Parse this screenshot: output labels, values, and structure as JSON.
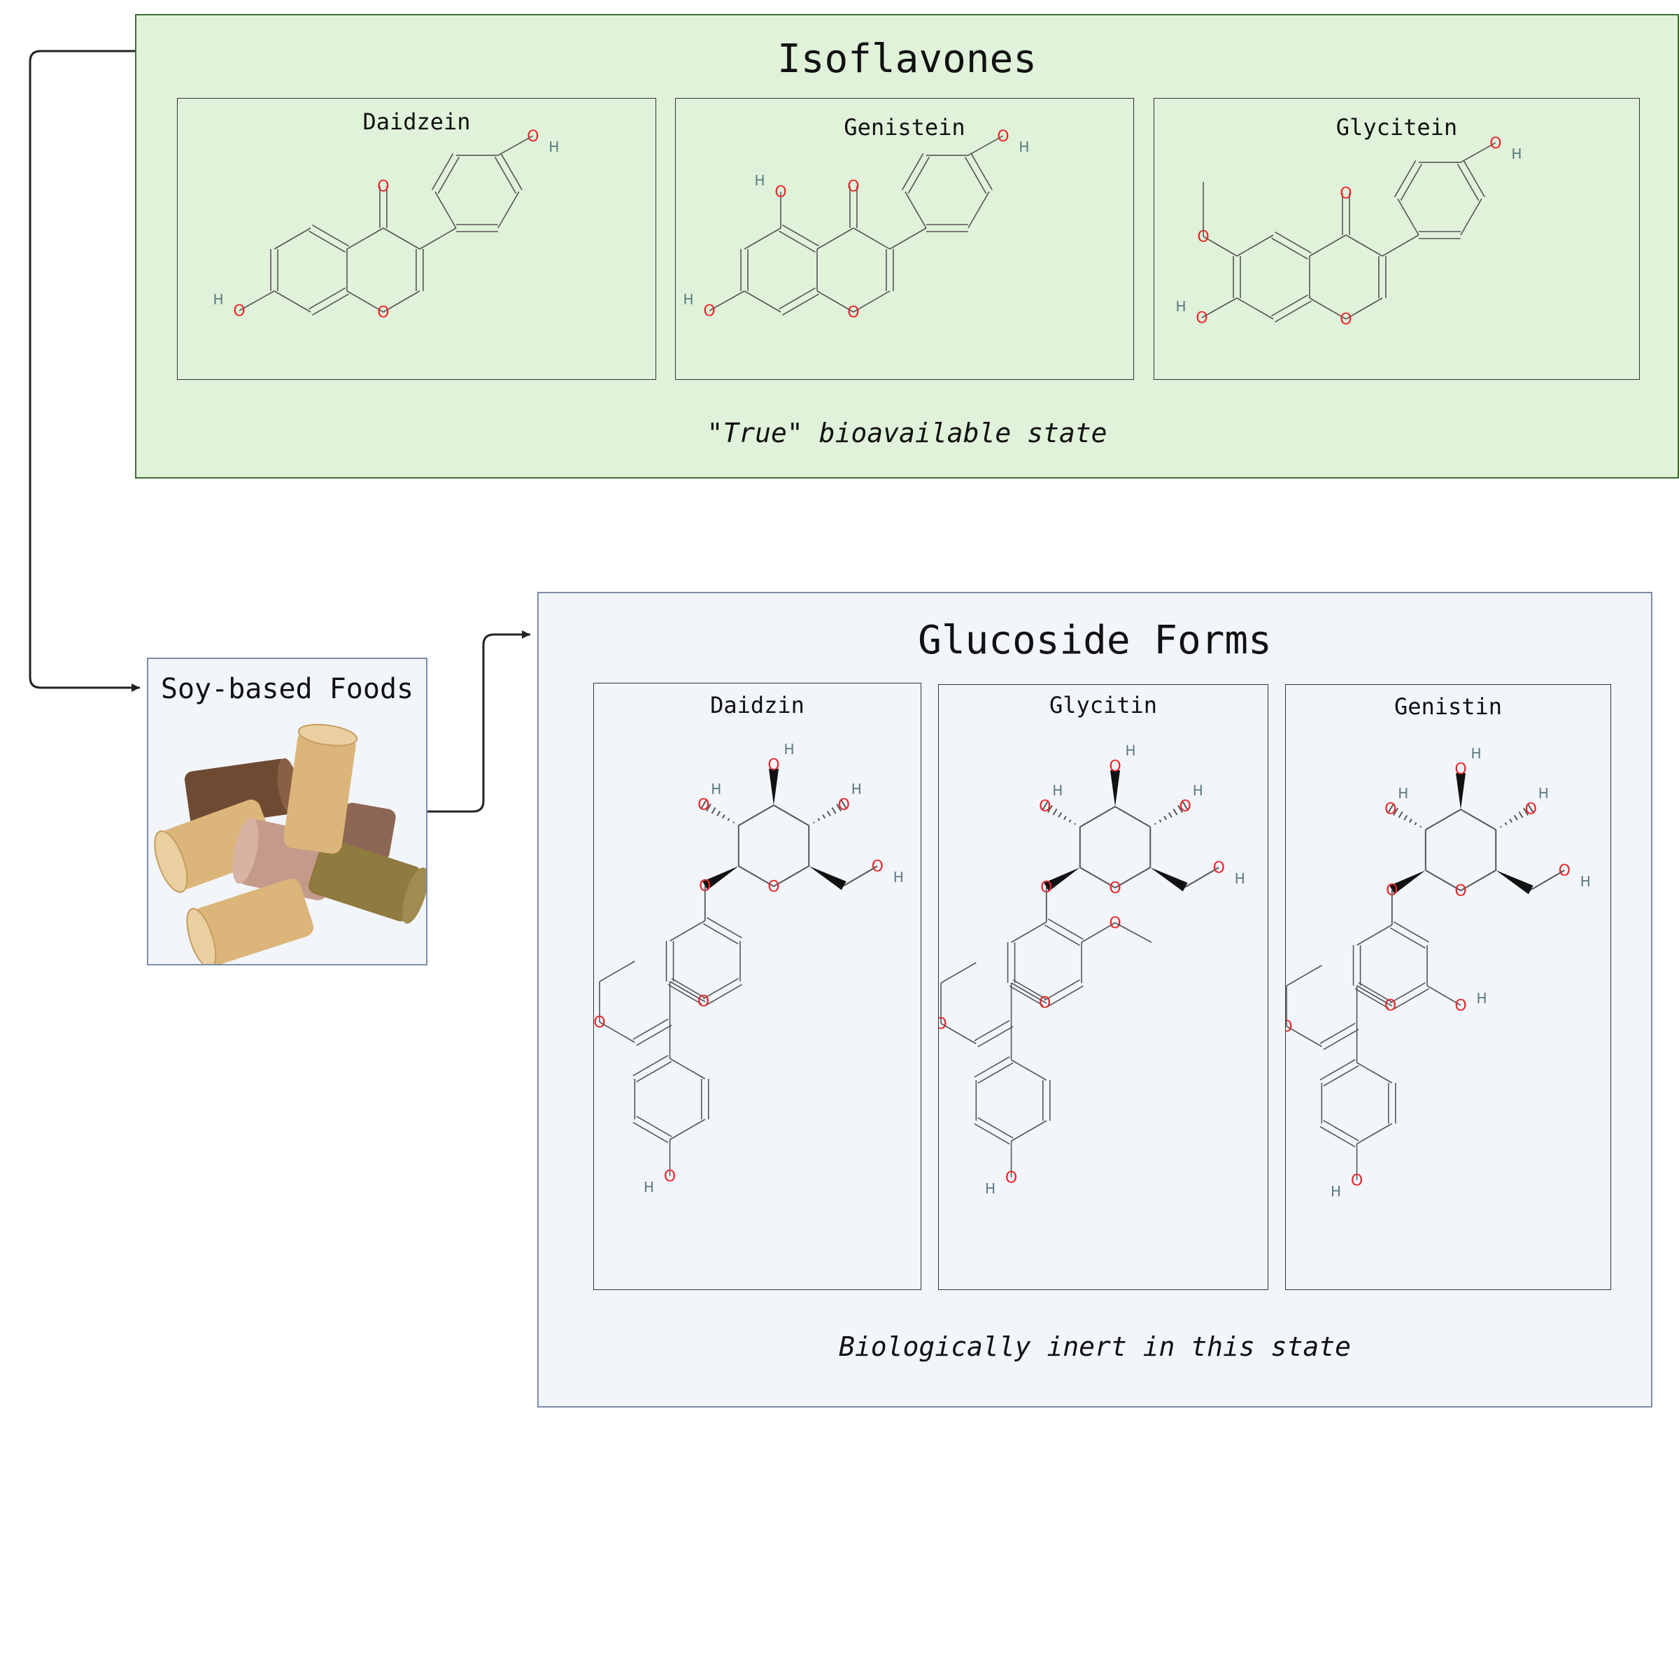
{
  "isoflavones": {
    "title": "Isoflavones",
    "caption": "\"True\" bioavailable state",
    "molecules": [
      {
        "name": "Daidzein"
      },
      {
        "name": "Genistein"
      },
      {
        "name": "Glycitein"
      }
    ]
  },
  "glucosides": {
    "title": "Glucoside Forms",
    "caption": "Biologically inert in this state",
    "molecules": [
      {
        "name": "Daidzin"
      },
      {
        "name": "Glycitin"
      },
      {
        "name": "Genistin"
      }
    ]
  },
  "soy": {
    "title": "Soy-based Foods",
    "image_icon": "soy-food-pieces-icon"
  },
  "colors": {
    "iso_bg": "#e0f2d9",
    "iso_border": "#3f6b34",
    "glu_bg": "#f2f5fa",
    "glu_border": "#7c8cab",
    "oxygen": "#e8262b",
    "hydrogen": "#5a7a80",
    "bond": "#555555"
  }
}
